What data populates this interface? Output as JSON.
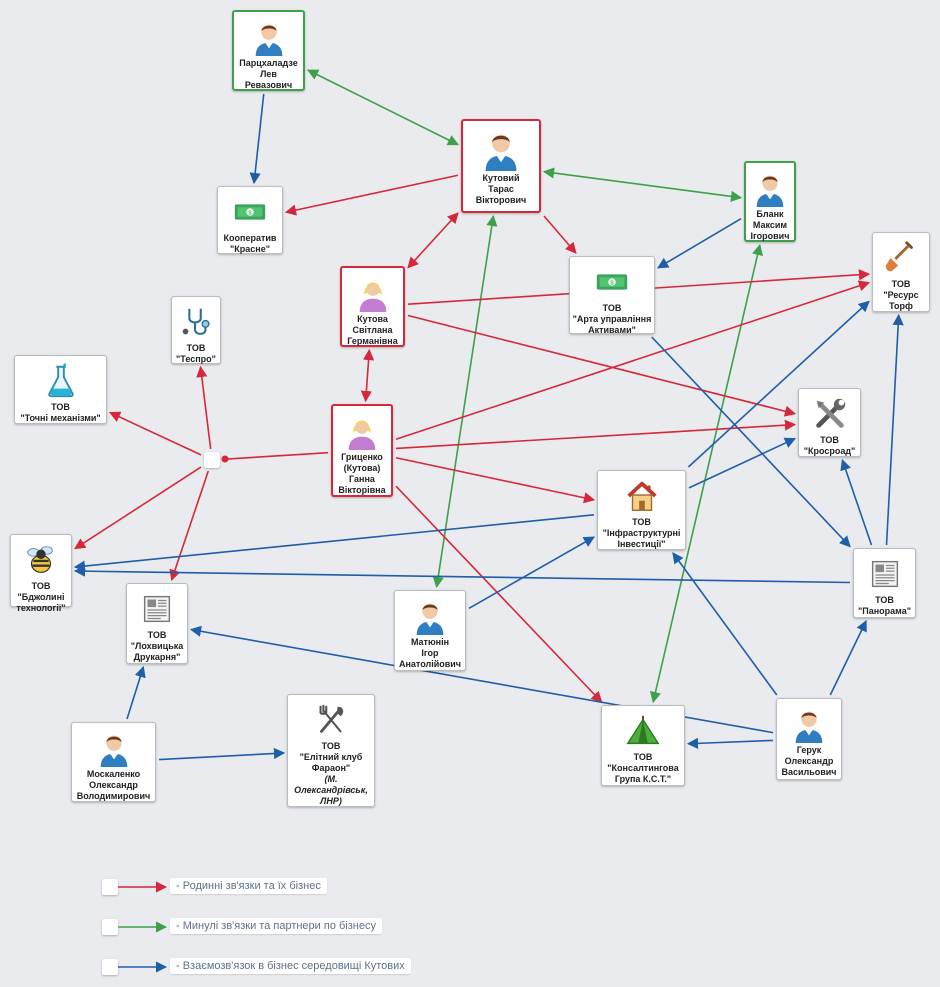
{
  "colors": {
    "family": "#d6283b",
    "past": "#3ea04a",
    "business": "#1f5fa8"
  },
  "icons": {
    "person-male": "person-male-icon",
    "person-female": "person-female-icon",
    "money": "money-icon",
    "shovel": "shovel-icon",
    "tools": "tools-icon",
    "house": "house-icon",
    "newspaper": "newspaper-icon",
    "tent": "tent-icon",
    "flask": "flask-icon",
    "stethoscope": "stethoscope-icon",
    "bee": "bee-icon",
    "utensils": "utensils-icon"
  },
  "nodes": [
    {
      "id": "partskhaladze",
      "icon": "person-male",
      "border": "green",
      "label": "Парцхаладзе\nЛев\nРевазович"
    },
    {
      "id": "kutovyi",
      "icon": "person-male",
      "border": "red",
      "label": "Кутовий\nТарас\nВікторович"
    },
    {
      "id": "blank",
      "icon": "person-male",
      "border": "green",
      "label": "Бланк\nМаксим\nІгорович"
    },
    {
      "id": "kooperatyv",
      "icon": "money",
      "border": "none",
      "label": "Кооператив\n\"Красне\""
    },
    {
      "id": "kutova",
      "icon": "person-female",
      "border": "red",
      "label": "Кутова\nСвітлана\nГерманівна"
    },
    {
      "id": "arta",
      "icon": "money",
      "border": "none",
      "label": "ТОВ\n\"Арта управління\nАктивами\""
    },
    {
      "id": "resurs",
      "icon": "shovel",
      "border": "none",
      "label": "ТОВ\n\"Ресурс\nТорф"
    },
    {
      "id": "tespro",
      "icon": "stethoscope",
      "border": "none",
      "label": "ТОВ\n\"Теспро\""
    },
    {
      "id": "tochni",
      "icon": "flask",
      "border": "none",
      "label": "ТОВ\n\"Точні механізми\""
    },
    {
      "id": "grytsenko",
      "icon": "person-female",
      "border": "red",
      "label": "Гриценко\n(Кутова)\nГанна\nВікторівна"
    },
    {
      "id": "krosroad",
      "icon": "tools",
      "border": "none",
      "label": "ТОВ\n\"Кросроад\""
    },
    {
      "id": "infra",
      "icon": "house",
      "border": "none",
      "label": "ТОВ\n\"Інфраструктурні\nІнвестиції\""
    },
    {
      "id": "bdzholyni",
      "icon": "bee",
      "border": "none",
      "label": "ТОВ\n\"Бджолині\nтехнології\""
    },
    {
      "id": "panorama",
      "icon": "newspaper",
      "border": "none",
      "label": "ТОВ\n\"Панорама\""
    },
    {
      "id": "lokhvytska",
      "icon": "newspaper",
      "border": "none",
      "label": "ТОВ\n\"Лохвицька\nДрукарня\""
    },
    {
      "id": "matyunin",
      "icon": "person-male",
      "border": "none",
      "label": "Матюнін\nІгор\nАнатолійович"
    },
    {
      "id": "moskalenko",
      "icon": "person-male",
      "border": "none",
      "label": "Москаленко\nОлександр\nВолодимирович"
    },
    {
      "id": "elitnyi",
      "icon": "utensils",
      "border": "none",
      "label": "ТОВ\n\"Елітний клуб\nФараон\"",
      "sub": "(М.\nОлександрівськ,\nЛНР)"
    },
    {
      "id": "konsalting",
      "icon": "tent",
      "border": "none",
      "label": "ТОВ\n\"Консалтингова\nГрупа К.С.Т.\""
    },
    {
      "id": "heruk",
      "icon": "person-male",
      "border": "none",
      "label": "Герук\nОлександр\nВасильович"
    }
  ],
  "edges": [
    {
      "from": "partskhaladze",
      "to": "kooperatyv",
      "type": "business",
      "dir": "to"
    },
    {
      "from": "partskhaladze",
      "to": "kutovyi",
      "type": "past",
      "dir": "both"
    },
    {
      "from": "kutovyi",
      "to": "kooperatyv",
      "type": "family",
      "dir": "to"
    },
    {
      "from": "kutovyi",
      "to": "blank",
      "type": "past",
      "dir": "both"
    },
    {
      "from": "kutovyi",
      "to": "kutova",
      "type": "family",
      "dir": "both"
    },
    {
      "from": "kutovyi",
      "to": "arta",
      "type": "family",
      "dir": "to"
    },
    {
      "from": "kutovyi",
      "to": "matyunin",
      "type": "past",
      "dir": "both"
    },
    {
      "from": "blank",
      "to": "arta",
      "type": "business",
      "dir": "to"
    },
    {
      "from": "blank",
      "to": "konsalting",
      "type": "past",
      "dir": "both"
    },
    {
      "from": "kutova",
      "to": "grytsenko",
      "type": "family",
      "dir": "both"
    },
    {
      "from": "kutova",
      "to": "resurs",
      "type": "family",
      "dir": "to"
    },
    {
      "from": "kutova",
      "to": "krosroad",
      "type": "family",
      "dir": "to"
    },
    {
      "from": "grytsenko",
      "to": "resurs",
      "type": "family",
      "dir": "to"
    },
    {
      "from": "grytsenko",
      "to": "krosroad",
      "type": "family",
      "dir": "to"
    },
    {
      "from": "grytsenko",
      "to": "infra",
      "type": "family",
      "dir": "to"
    },
    {
      "from": "grytsenko",
      "to": "konsalting",
      "type": "family",
      "dir": "to"
    },
    {
      "from": "grytsenko",
      "to": "hub",
      "type": "family",
      "dir": "dot"
    },
    {
      "from": "hub",
      "to": "tespro",
      "type": "family",
      "dir": "to"
    },
    {
      "from": "hub",
      "to": "tochni",
      "type": "family",
      "dir": "to"
    },
    {
      "from": "hub",
      "to": "bdzholyni",
      "type": "family",
      "dir": "to"
    },
    {
      "from": "hub",
      "to": "lokhvytska",
      "type": "family",
      "dir": "to"
    },
    {
      "from": "arta",
      "to": "panorama",
      "type": "business",
      "dir": "to"
    },
    {
      "from": "infra",
      "to": "resurs",
      "type": "business",
      "dir": "to"
    },
    {
      "from": "infra",
      "to": "krosroad",
      "type": "business",
      "dir": "to"
    },
    {
      "from": "infra",
      "to": "bdzholyni",
      "type": "business",
      "dir": "to"
    },
    {
      "from": "panorama",
      "to": "resurs",
      "type": "business",
      "dir": "to"
    },
    {
      "from": "panorama",
      "to": "krosroad",
      "type": "business",
      "dir": "to"
    },
    {
      "from": "panorama",
      "to": "bdzholyni",
      "type": "business",
      "dir": "to"
    },
    {
      "from": "matyunin",
      "to": "infra",
      "type": "business",
      "dir": "to"
    },
    {
      "from": "heruk",
      "to": "infra",
      "type": "business",
      "dir": "to"
    },
    {
      "from": "heruk",
      "to": "panorama",
      "type": "business",
      "dir": "to"
    },
    {
      "from": "heruk",
      "to": "konsalting",
      "type": "business",
      "dir": "to"
    },
    {
      "from": "heruk",
      "to": "lokhvytska",
      "type": "business",
      "dir": "to"
    },
    {
      "from": "moskalenko",
      "to": "lokhvytska",
      "type": "business",
      "dir": "to"
    },
    {
      "from": "moskalenko",
      "to": "elitnyi",
      "type": "business",
      "dir": "to"
    }
  ],
  "legend": [
    {
      "type": "family",
      "text": "- Родинні зв'язки та їх бізнес"
    },
    {
      "type": "past",
      "text": "- Минулі зв'язки та партнери по бізнесу"
    },
    {
      "type": "business",
      "text": "- Взаємозв'язок в бізнес середовищі Кутових"
    }
  ]
}
